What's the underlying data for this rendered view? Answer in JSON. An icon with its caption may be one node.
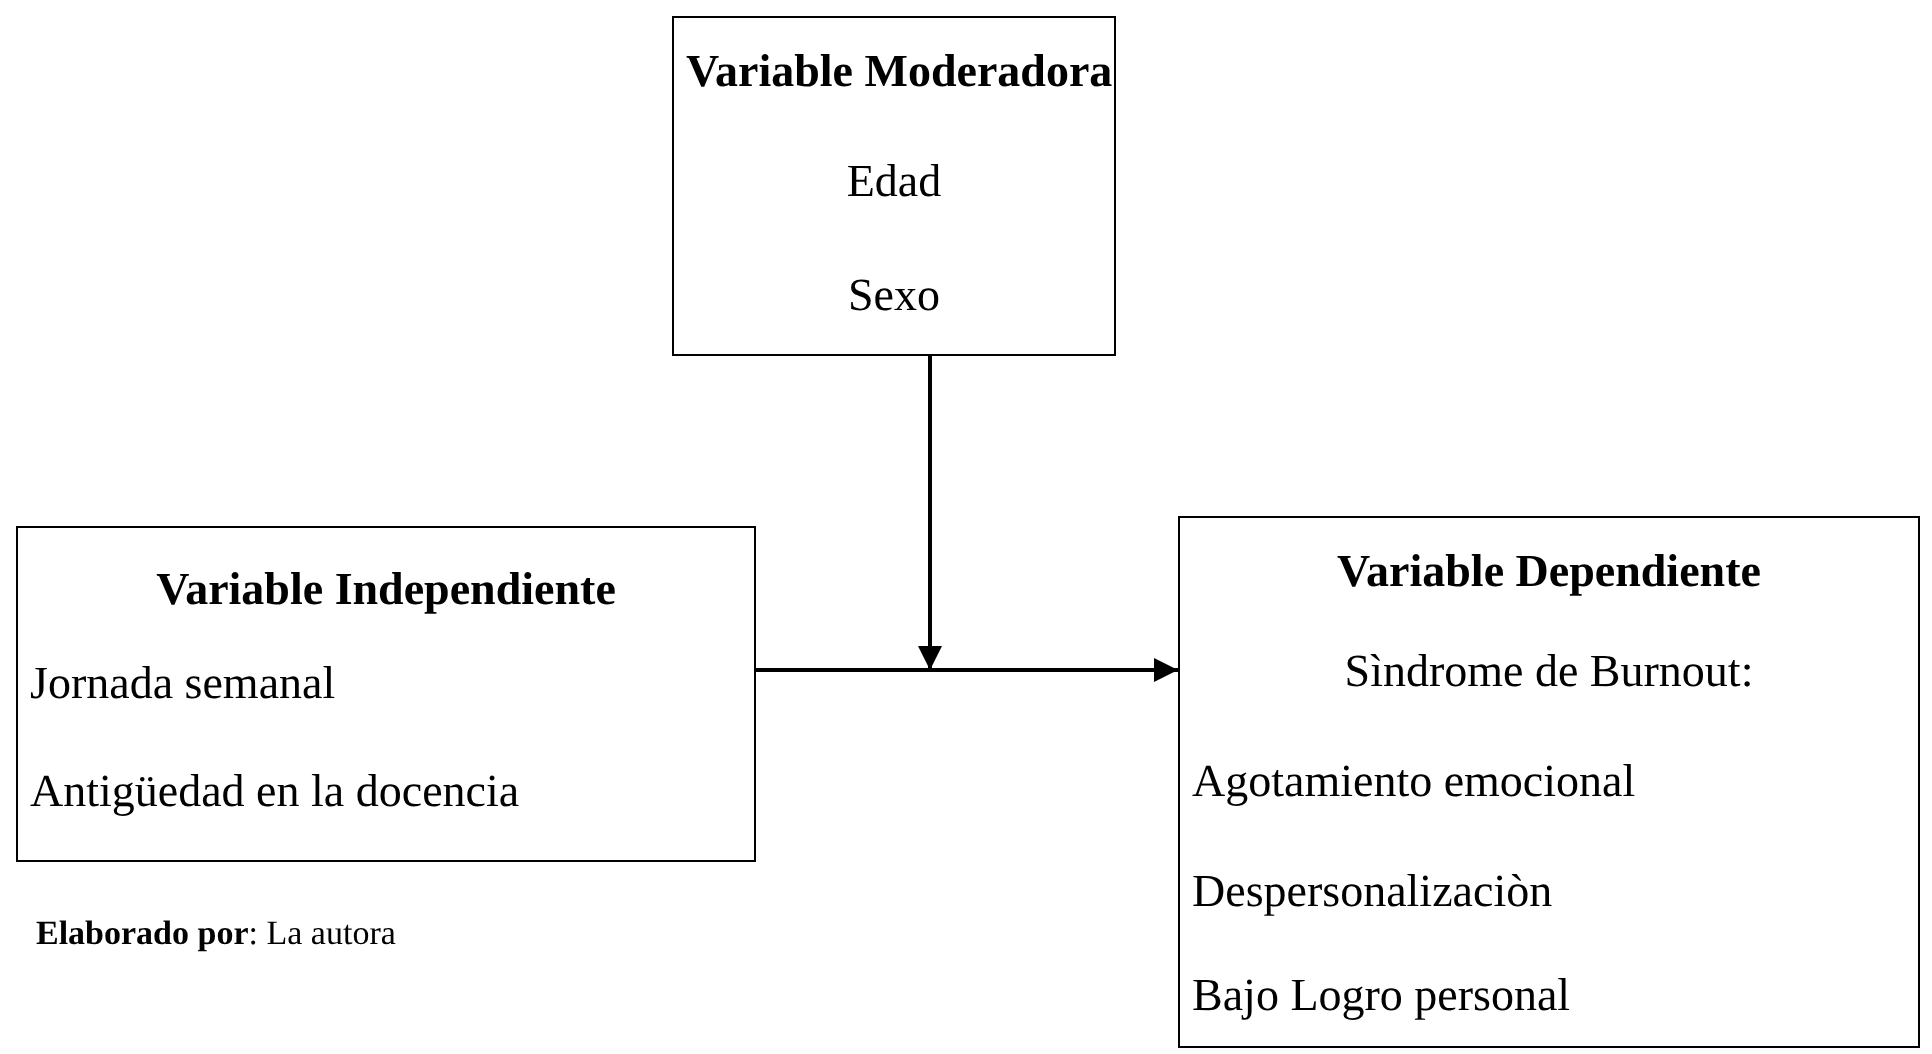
{
  "diagram": {
    "nodes": [
      {
        "text": [
          "Variable Moderadora",
          "Edad",
          "Sexo"
        ]
      },
      {
        "text": [
          "Variable Independiente",
          "Jornada semanal",
          "Antigüedad en la docencia"
        ]
      },
      {
        "text": [
          "Variable Dependiente",
          "Sìndrome de Burnout:",
          "Agotamiento emocional",
          "Despersonalizaciòn",
          "Bajo Logro personal"
        ]
      }
    ],
    "edges": [
      {
        "from": 1,
        "to": 2,
        "arrow": "to"
      },
      {
        "from": 0,
        "to": null,
        "arrow": "to"
      }
    ],
    "labels": [
      "**Elaborado por**: La autora"
    ]
  }
}
